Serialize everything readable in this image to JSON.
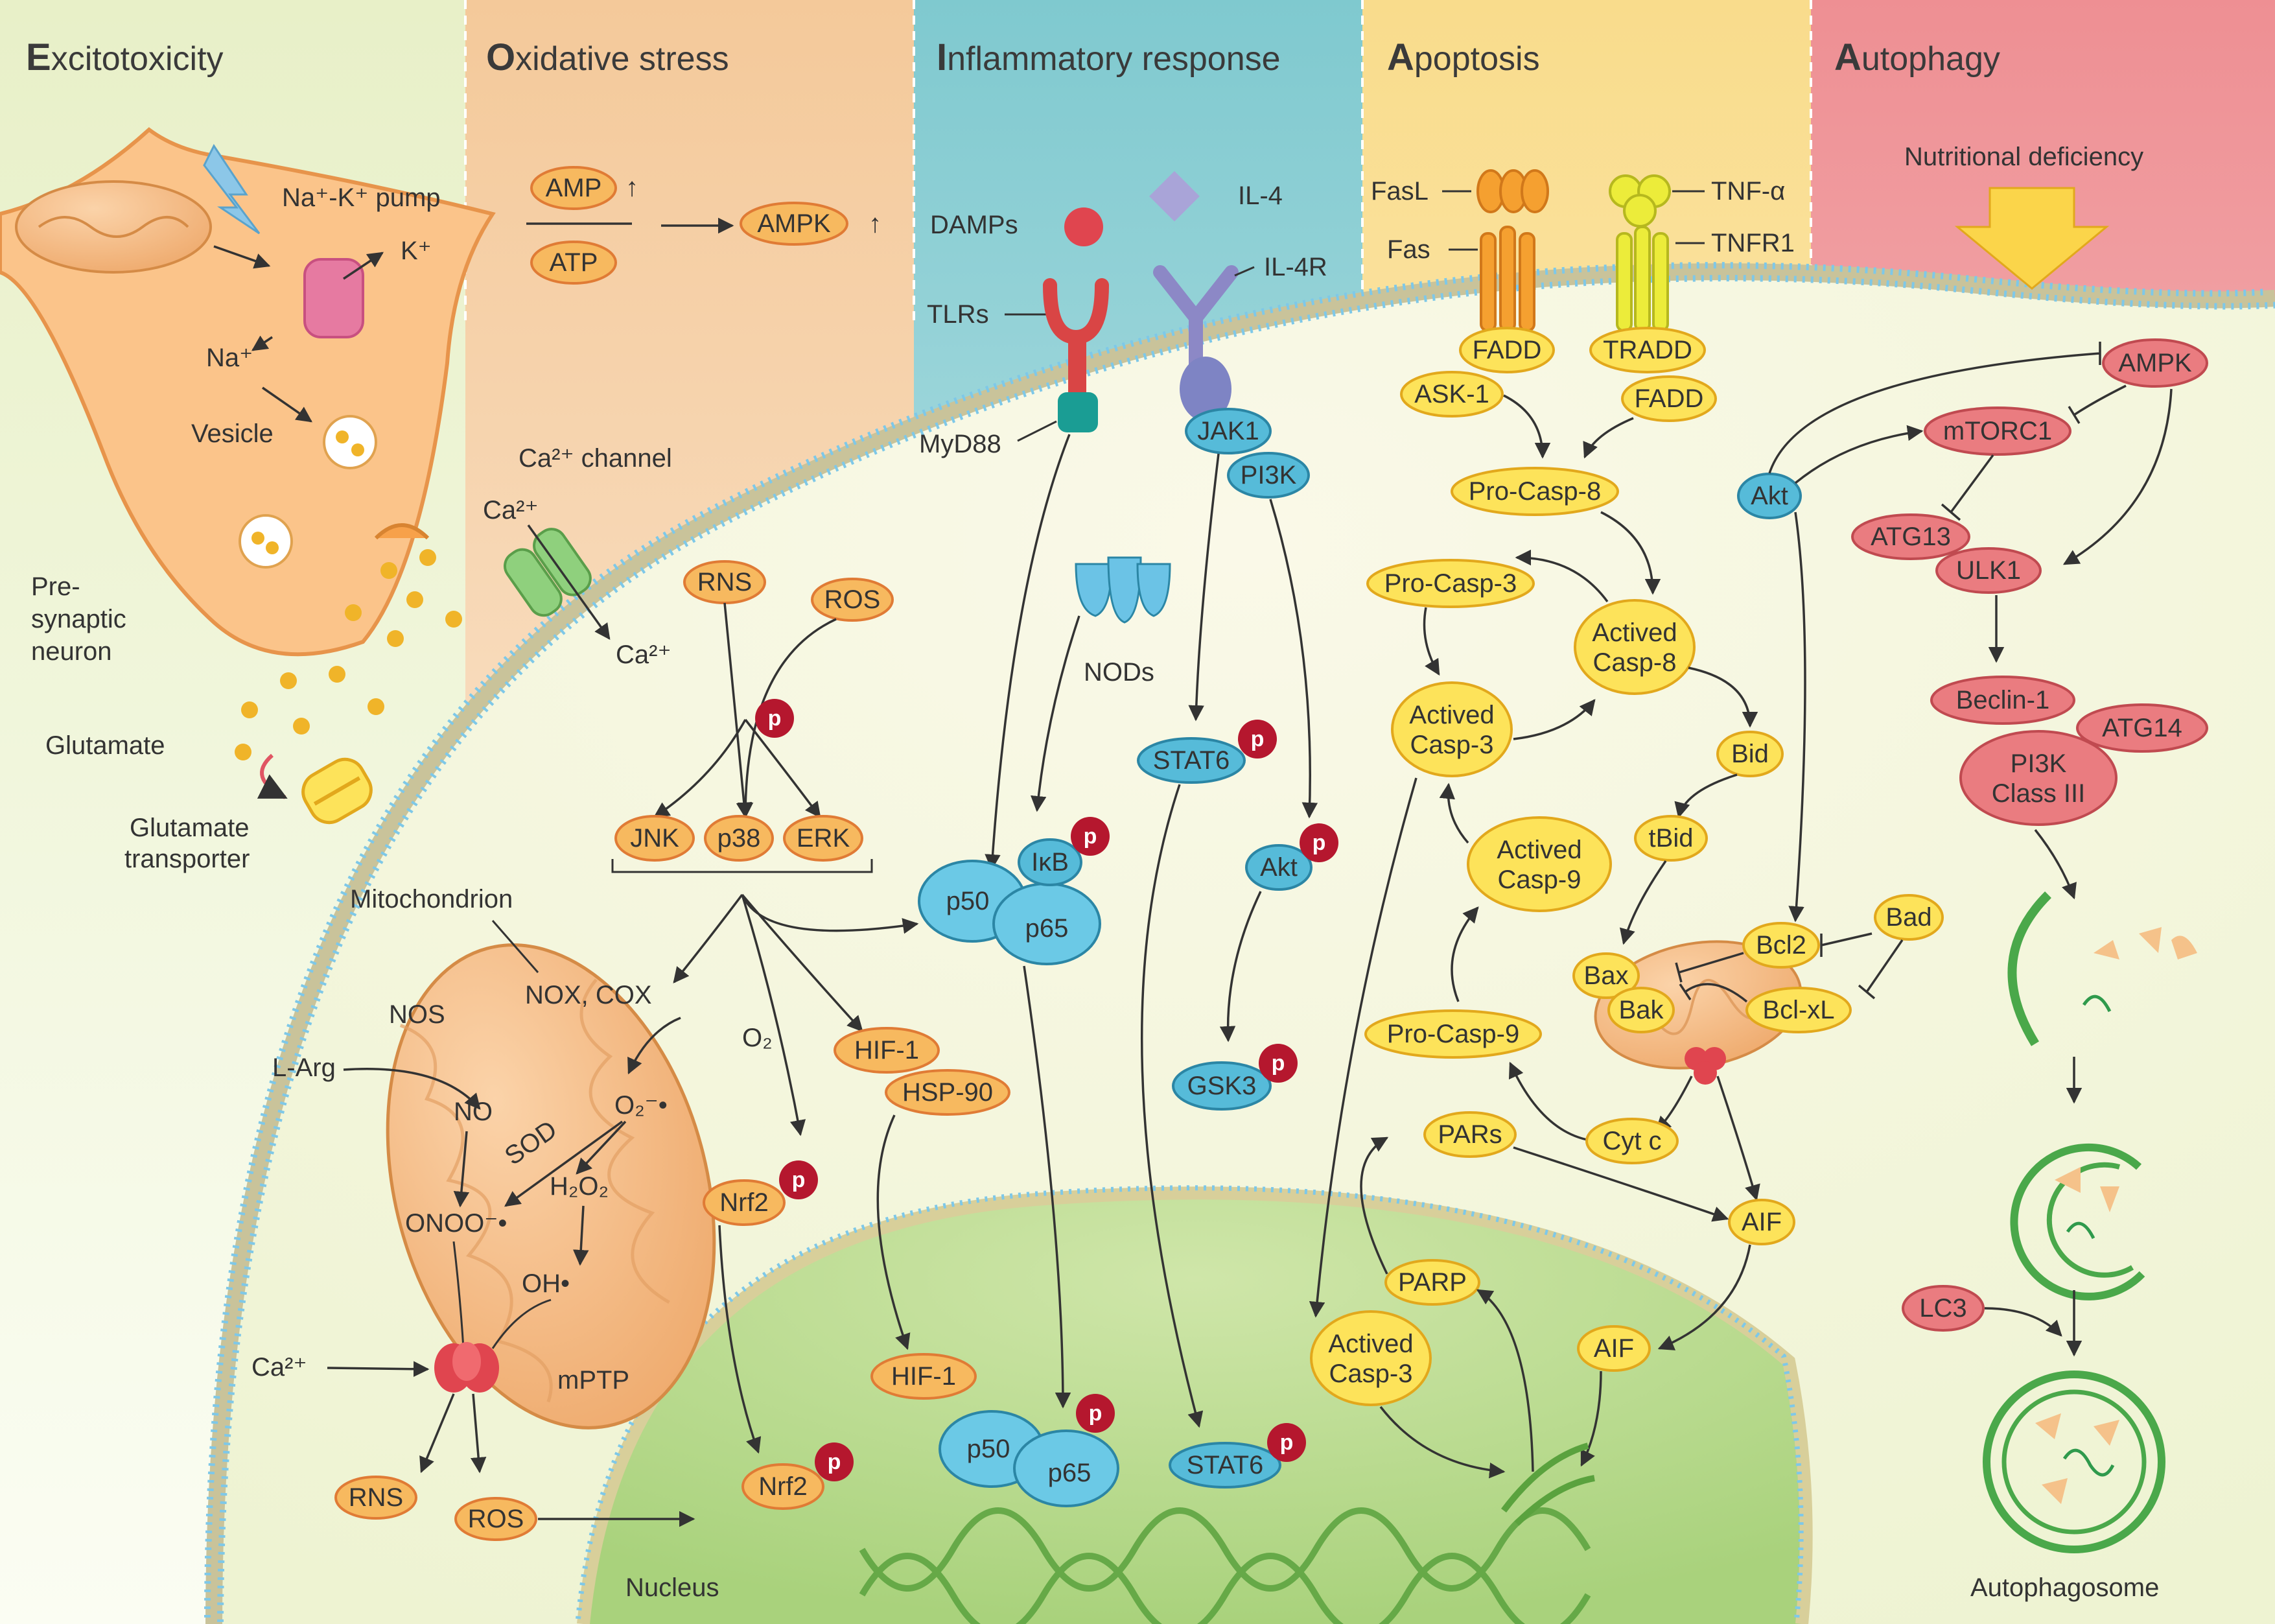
{
  "sections": {
    "excito": {
      "first": "E",
      "rest": "xcitotoxicity"
    },
    "oxid": {
      "first": "O",
      "rest": "xidative stress"
    },
    "inflam": {
      "first": "I",
      "rest": "nflammatory response"
    },
    "apop": {
      "first": "A",
      "rest": "poptosis"
    },
    "autoph": {
      "first": "A",
      "rest": "utophagy"
    }
  },
  "colors": {
    "orange": "#f7b95f",
    "yellow": "#fde35a",
    "blue": "#56bbd9",
    "red": "#e3797a",
    "phospho": "#b5172e",
    "membrane": "#7ec8e8"
  },
  "labels": {
    "na_k_pump": "Na⁺-K⁺ pump",
    "k_ion": "K⁺",
    "na_ion": "Na⁺",
    "vesicle": "Vesicle",
    "presynaptic": [
      "Pre-",
      "synaptic",
      "neuron"
    ],
    "glutamate": "Glutamate",
    "glutamate_transporter": [
      "Glutamate",
      "transporter"
    ],
    "ca_channel": "Ca²⁺ channel",
    "ca_ion": "Ca²⁺",
    "mitochondrion": "Mitochondrion",
    "nos": "NOS",
    "l_arg": "L-Arg",
    "nox_cox": "NOX, COX",
    "no": "NO",
    "sod": "SOD",
    "o2_radical": "O₂⁻•",
    "h2o2": "H₂O₂",
    "onoo": "ONOO⁻•",
    "oh": "OH•",
    "o2": "O₂",
    "mptp": "mPTP",
    "nucleus": "Nucleus",
    "damps": "DAMPs",
    "tlrs": "TLRs",
    "myd88": "MyD88",
    "il4": "IL-4",
    "il4r": "IL-4R",
    "nods": "NODs",
    "fasl": "FasL",
    "fas": "Fas",
    "tnfa": "TNF-α",
    "tnfr1": "TNFR1",
    "nutritional_deficiency": "Nutritional deficiency",
    "autophagosome": "Autophagosome",
    "up_arrow": "↑",
    "p": "p"
  },
  "nodes": {
    "amp": "AMP",
    "atp": "ATP",
    "ampk_ox": "AMPK",
    "rns_top": "RNS",
    "ros_top": "ROS",
    "jnk": "JNK",
    "p38": "p38",
    "erk": "ERK",
    "hif1": "HIF-1",
    "hsp90": "HSP-90",
    "hif1_nuc": "HIF-1",
    "nrf2": "Nrf2",
    "nrf2_nuc": "Nrf2",
    "rns_bot": "RNS",
    "ros_bot": "ROS",
    "jak1": "JAK1",
    "pi3k": "PI3K",
    "stat6": "STAT6",
    "stat6_nuc": "STAT6",
    "akt_inf": "Akt",
    "gsk3": "GSK3",
    "p50": "p50",
    "p65": "p65",
    "ikb": "IκB",
    "p50_nuc": "p50",
    "p65_nuc": "p65",
    "fadd1": "FADD",
    "ask1": "ASK-1",
    "tradd": "TRADD",
    "fadd2": "FADD",
    "procasp8": "Pro-Casp-8",
    "procasp3": "Pro-Casp-3",
    "actcasp8": [
      "Actived",
      "Casp-8"
    ],
    "actcasp3": [
      "Actived",
      "Casp-3"
    ],
    "actcasp9": [
      "Actived",
      "Casp-9"
    ],
    "actcasp3_nuc": [
      "Actived",
      "Casp-3"
    ],
    "bid": "Bid",
    "tbid": "tBid",
    "procasp9": "Pro-Casp-9",
    "bcl2": "Bcl2",
    "bad": "Bad",
    "bax": "Bax",
    "bak": "Bak",
    "bclxl": "Bcl-xL",
    "cytc": "Cyt c",
    "pars": "PARs",
    "aif": "AIF",
    "aif_nuc": "AIF",
    "parp": "PARP",
    "ampk_auto": "AMPK",
    "akt_auto": "Akt",
    "mtorc1": "mTORC1",
    "atg13": "ATG13",
    "ulk1": "ULK1",
    "beclin1": "Beclin-1",
    "atg14": "ATG14",
    "pi3k3": [
      "PI3K",
      "Class III"
    ],
    "lc3": "LC3"
  }
}
